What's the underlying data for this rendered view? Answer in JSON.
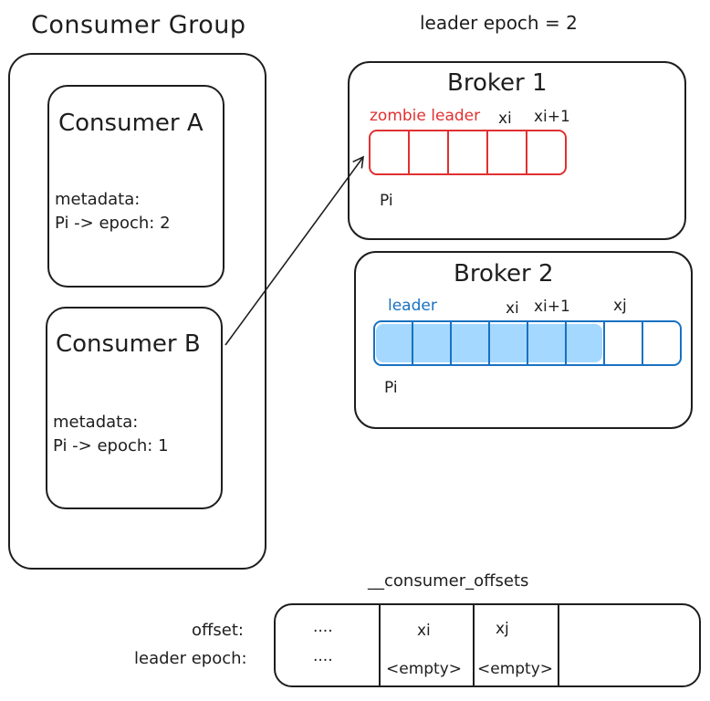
{
  "header": {
    "leader_epoch": "leader epoch = 2"
  },
  "consumer_group": {
    "title": "Consumer Group",
    "consumer_a": {
      "title": "Consumer A",
      "metadata_label": "metadata:",
      "metadata_value": "Pi -> epoch: 2"
    },
    "consumer_b": {
      "title": "Consumer B",
      "metadata_label": "metadata:",
      "metadata_value": "Pi -> epoch: 1"
    }
  },
  "broker1": {
    "title": "Broker 1",
    "role_label": "zombie leader",
    "marker_xi": "xi",
    "marker_xi1": "xi+1",
    "partition": "Pi",
    "segment_count": 5,
    "color": "#e03131"
  },
  "broker2": {
    "title": "Broker 2",
    "role_label": "leader",
    "marker_xi": "xi",
    "marker_xi1": "xi+1",
    "marker_xj": "xj",
    "partition": "Pi",
    "segment_count": 8,
    "filled_segments": 6,
    "color": "#1971c2",
    "fill_color": "#a5d8ff"
  },
  "offsets_topic": {
    "title": "__consumer_offsets",
    "row_offset_label": "offset:",
    "row_epoch_label": "leader epoch:",
    "columns": [
      {
        "offset": "....",
        "epoch": "...."
      },
      {
        "offset": "xi",
        "epoch": "<empty>"
      },
      {
        "offset": "xj",
        "epoch": "<empty>"
      },
      {
        "offset": "",
        "epoch": ""
      }
    ]
  }
}
